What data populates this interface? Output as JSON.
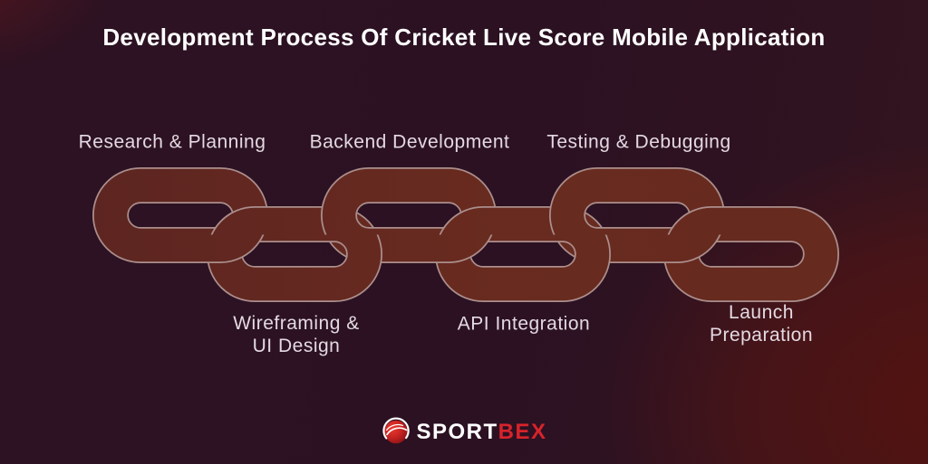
{
  "title": "Development Process Of Cricket Live Score Mobile Application",
  "stages": [
    {
      "label": "Research & Planning",
      "row": "top"
    },
    {
      "label": "Wireframing &\nUI Design",
      "row": "bottom"
    },
    {
      "label": "Backend Development",
      "row": "top"
    },
    {
      "label": "API Integration",
      "row": "bottom"
    },
    {
      "label": "Testing & Debugging",
      "row": "top"
    },
    {
      "label": "Launch Preparation",
      "row": "bottom"
    }
  ],
  "brand": {
    "name_primary": "SPORT",
    "name_accent": "BEX"
  },
  "colors": {
    "background_base": "#2b1122",
    "background_glow": "#541210",
    "chain_band": "#632920",
    "chain_outline": "#ab8e8c",
    "label_text": "#e4d9e2",
    "title_text": "#ffffff",
    "brand_accent": "#d8232a"
  }
}
